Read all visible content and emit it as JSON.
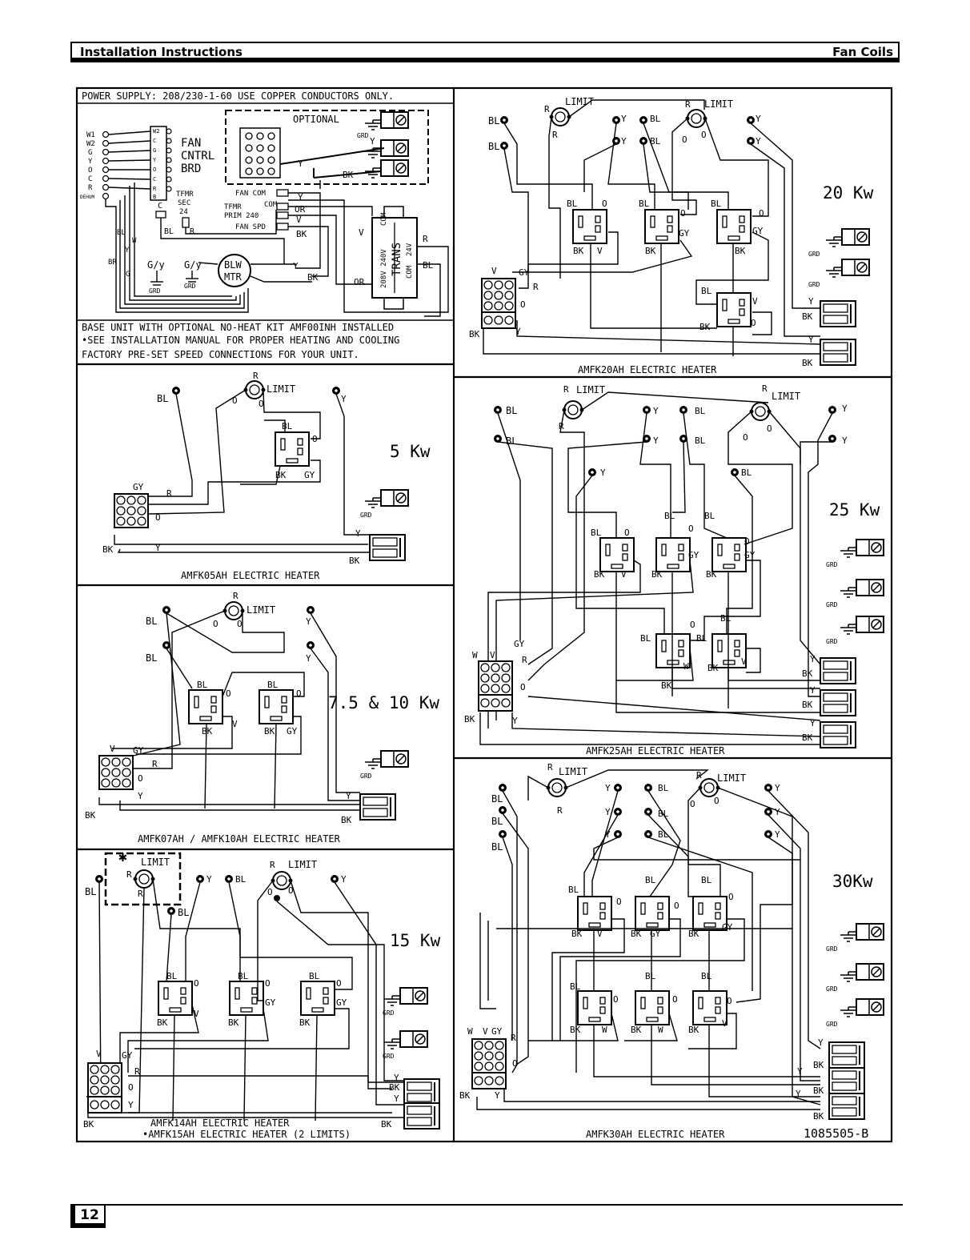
{
  "header": {
    "left": "Installation Instructions",
    "right": "Fan Coils"
  },
  "footer": {
    "page_number": "12"
  },
  "wire_codes": {
    "bl": "BL",
    "y": "Y",
    "o": "O",
    "r": "R",
    "bk": "BK",
    "gy": "GY",
    "v": "V",
    "w": "W",
    "br": "BR",
    "g": "G",
    "or": "OR",
    "grd": "GRD",
    "limit": "LIMIT",
    "c": "C"
  },
  "base_unit": {
    "power_supply": "POWER SUPPLY: 208/230-1-60 USE COPPER CONDUCTORS ONLY.",
    "optional": "OPTIONAL",
    "board_lines": [
      "FAN",
      "CNTRL",
      "BRD"
    ],
    "terminals": [
      "W1",
      "W2",
      "G",
      "Y",
      "O",
      "C",
      "R",
      "DEHUM"
    ],
    "tfmr_sec": [
      "TFMR",
      "SEC",
      "24"
    ],
    "tfmr_prim": [
      "TFMR",
      "PRIM 240"
    ],
    "fan_com": "FAN COM",
    "fan_spd": "FAN SPD",
    "com": "COM",
    "gy_ground": "G/y",
    "motor_lines": [
      "BLW",
      "MTR"
    ],
    "trans_lines": [
      "208V 240V",
      "TRANS",
      "COM",
      "24V",
      "COM"
    ],
    "notes": [
      "BASE UNIT WITH OPTIONAL NO-HEAT KIT AMF00INH INSTALLED",
      "•SEE INSTALLATION MANUAL FOR PROPER HEATING AND COOLING",
      "FACTORY PRE-SET SPEED CONNECTIONS FOR YOUR UNIT."
    ]
  },
  "heaters": {
    "kw5": {
      "rating": "5 Kw",
      "caption": "AMFK05AH ELECTRIC HEATER"
    },
    "kw10": {
      "rating": "7.5 & 10 Kw",
      "caption": "AMFK07AH / AMFK10AH ELECTRIC HEATER"
    },
    "kw15": {
      "rating": "15 Kw",
      "caption": "AMFK14AH ELECTRIC HEATER",
      "caption2": "•AMFK15AH ELECTRIC HEATER (2 LIMITS)",
      "star": "✱"
    },
    "kw20": {
      "rating": "20 Kw",
      "caption": "AMFK20AH ELECTRIC HEATER"
    },
    "kw25": {
      "rating": "25 Kw",
      "caption": "AMFK25AH ELECTRIC HEATER"
    },
    "kw30": {
      "rating": "30Kw",
      "caption": "AMFK30AH ELECTRIC HEATER",
      "drawing_no": "1085505-B"
    }
  }
}
